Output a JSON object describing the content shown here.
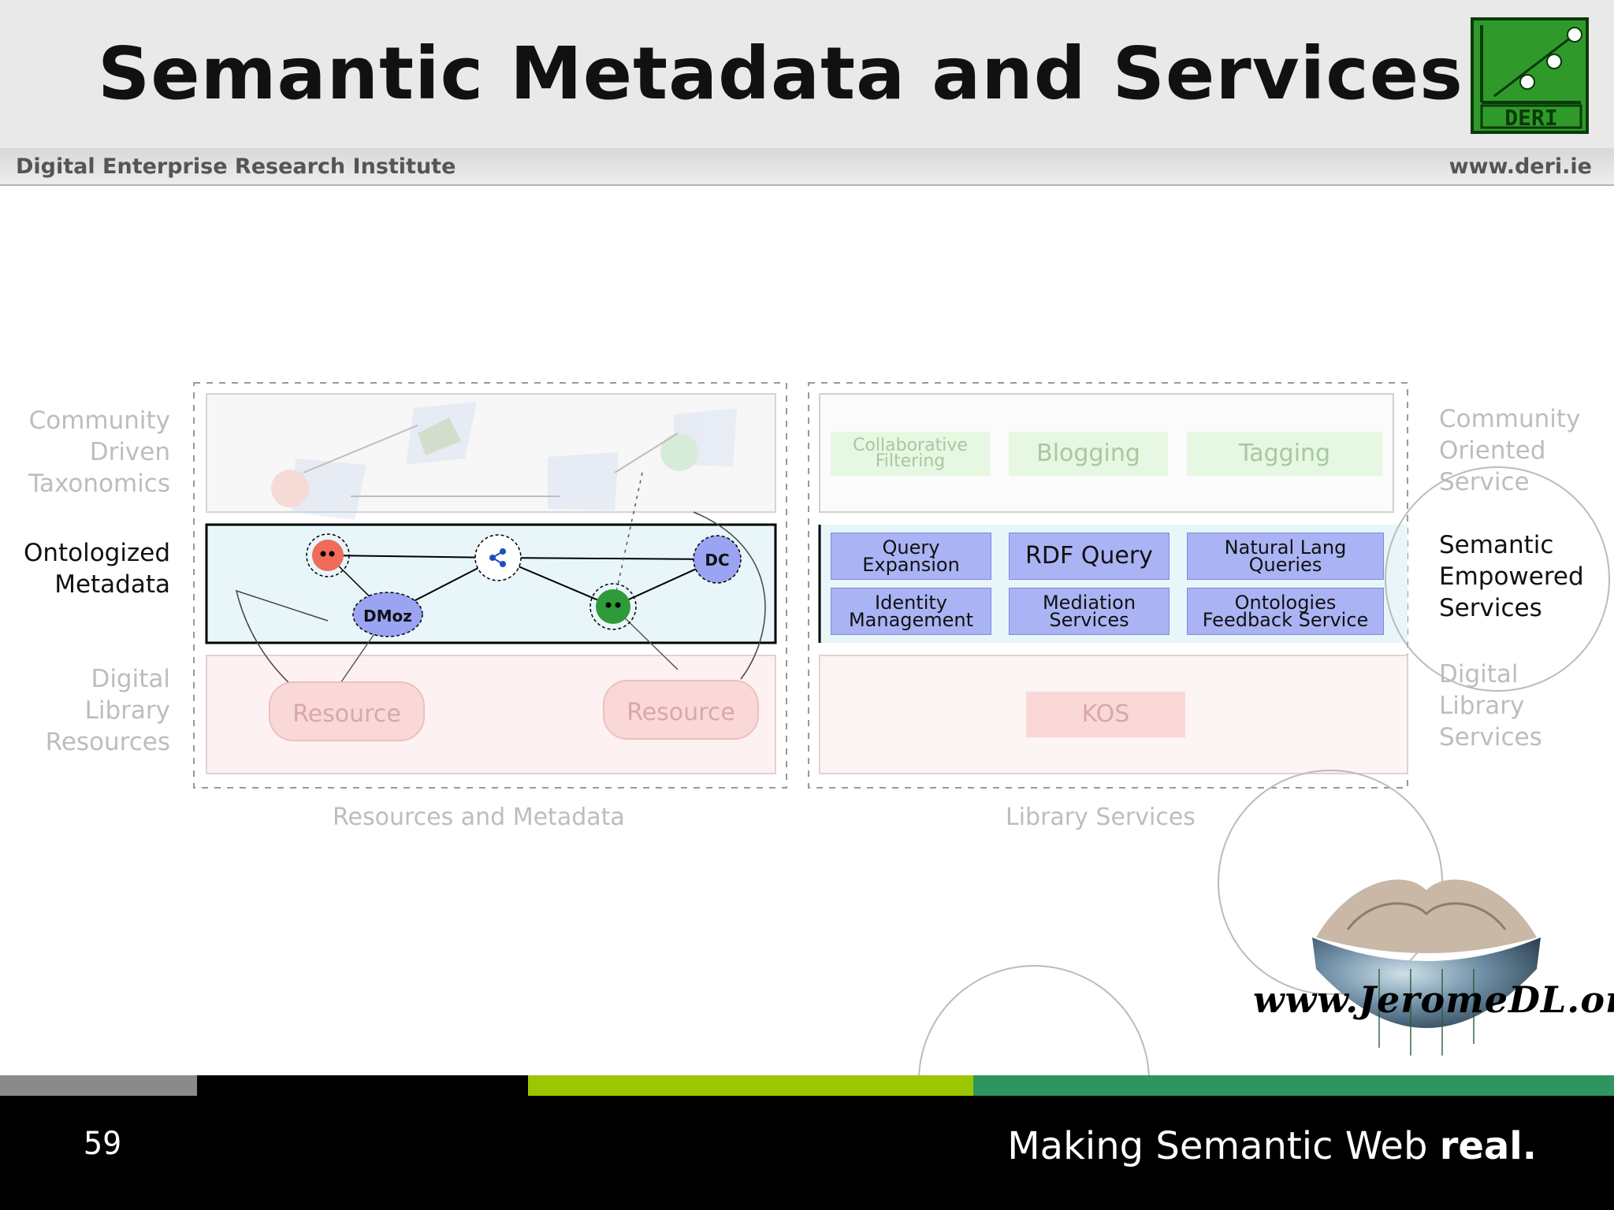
{
  "header": {
    "title": "Semantic Metadata and Services",
    "institute": "Digital Enterprise Research Institute",
    "url": "www.deri.ie",
    "logo_text": "DERI"
  },
  "diagram": {
    "left_labels": {
      "community": [
        "Community",
        "Driven",
        "Taxonomics"
      ],
      "ontologized": [
        "Ontologized",
        "Metadata"
      ],
      "digital": [
        "Digital",
        "Library",
        "Resources"
      ]
    },
    "right_labels": {
      "community": [
        "Community",
        "Oriented",
        "Service"
      ],
      "semantic": [
        "Semantic",
        "Empowered",
        "Services"
      ],
      "digital": [
        "Digital",
        "Library",
        "Services"
      ]
    },
    "panel_captions": {
      "left": "Resources and Metadata",
      "right": "Library Services"
    },
    "nodes": {
      "dmoz": "DMoz",
      "dc": "DC"
    },
    "resources": [
      "Resource",
      "Resource"
    ],
    "community_services": [
      "Collaborative Filtering",
      "Blogging",
      "Tagging"
    ],
    "semantic_services": [
      [
        "Query",
        "Expansion"
      ],
      [
        "RDF Query"
      ],
      [
        "Natural Lang",
        "Queries"
      ],
      [
        "Identity",
        "Management"
      ],
      [
        "Mediation",
        "Services"
      ],
      [
        "Ontologies",
        "Feedback Service"
      ]
    ],
    "library_services": [
      "KOS"
    ]
  },
  "footer": {
    "page_number": "59",
    "slogan_main": "Making Semantic Web ",
    "slogan_bold": "real.",
    "site": "www.JeromeDL.org"
  },
  "colors": {
    "accent_green": "#9bc700",
    "teal": "#2e9560",
    "grey": "#8a8a8a",
    "service_blue": "#aab4f4",
    "community_green": "#e6f7e2",
    "resource_pink": "#fbd8d8",
    "ontology_band": "#e8f6fa"
  }
}
